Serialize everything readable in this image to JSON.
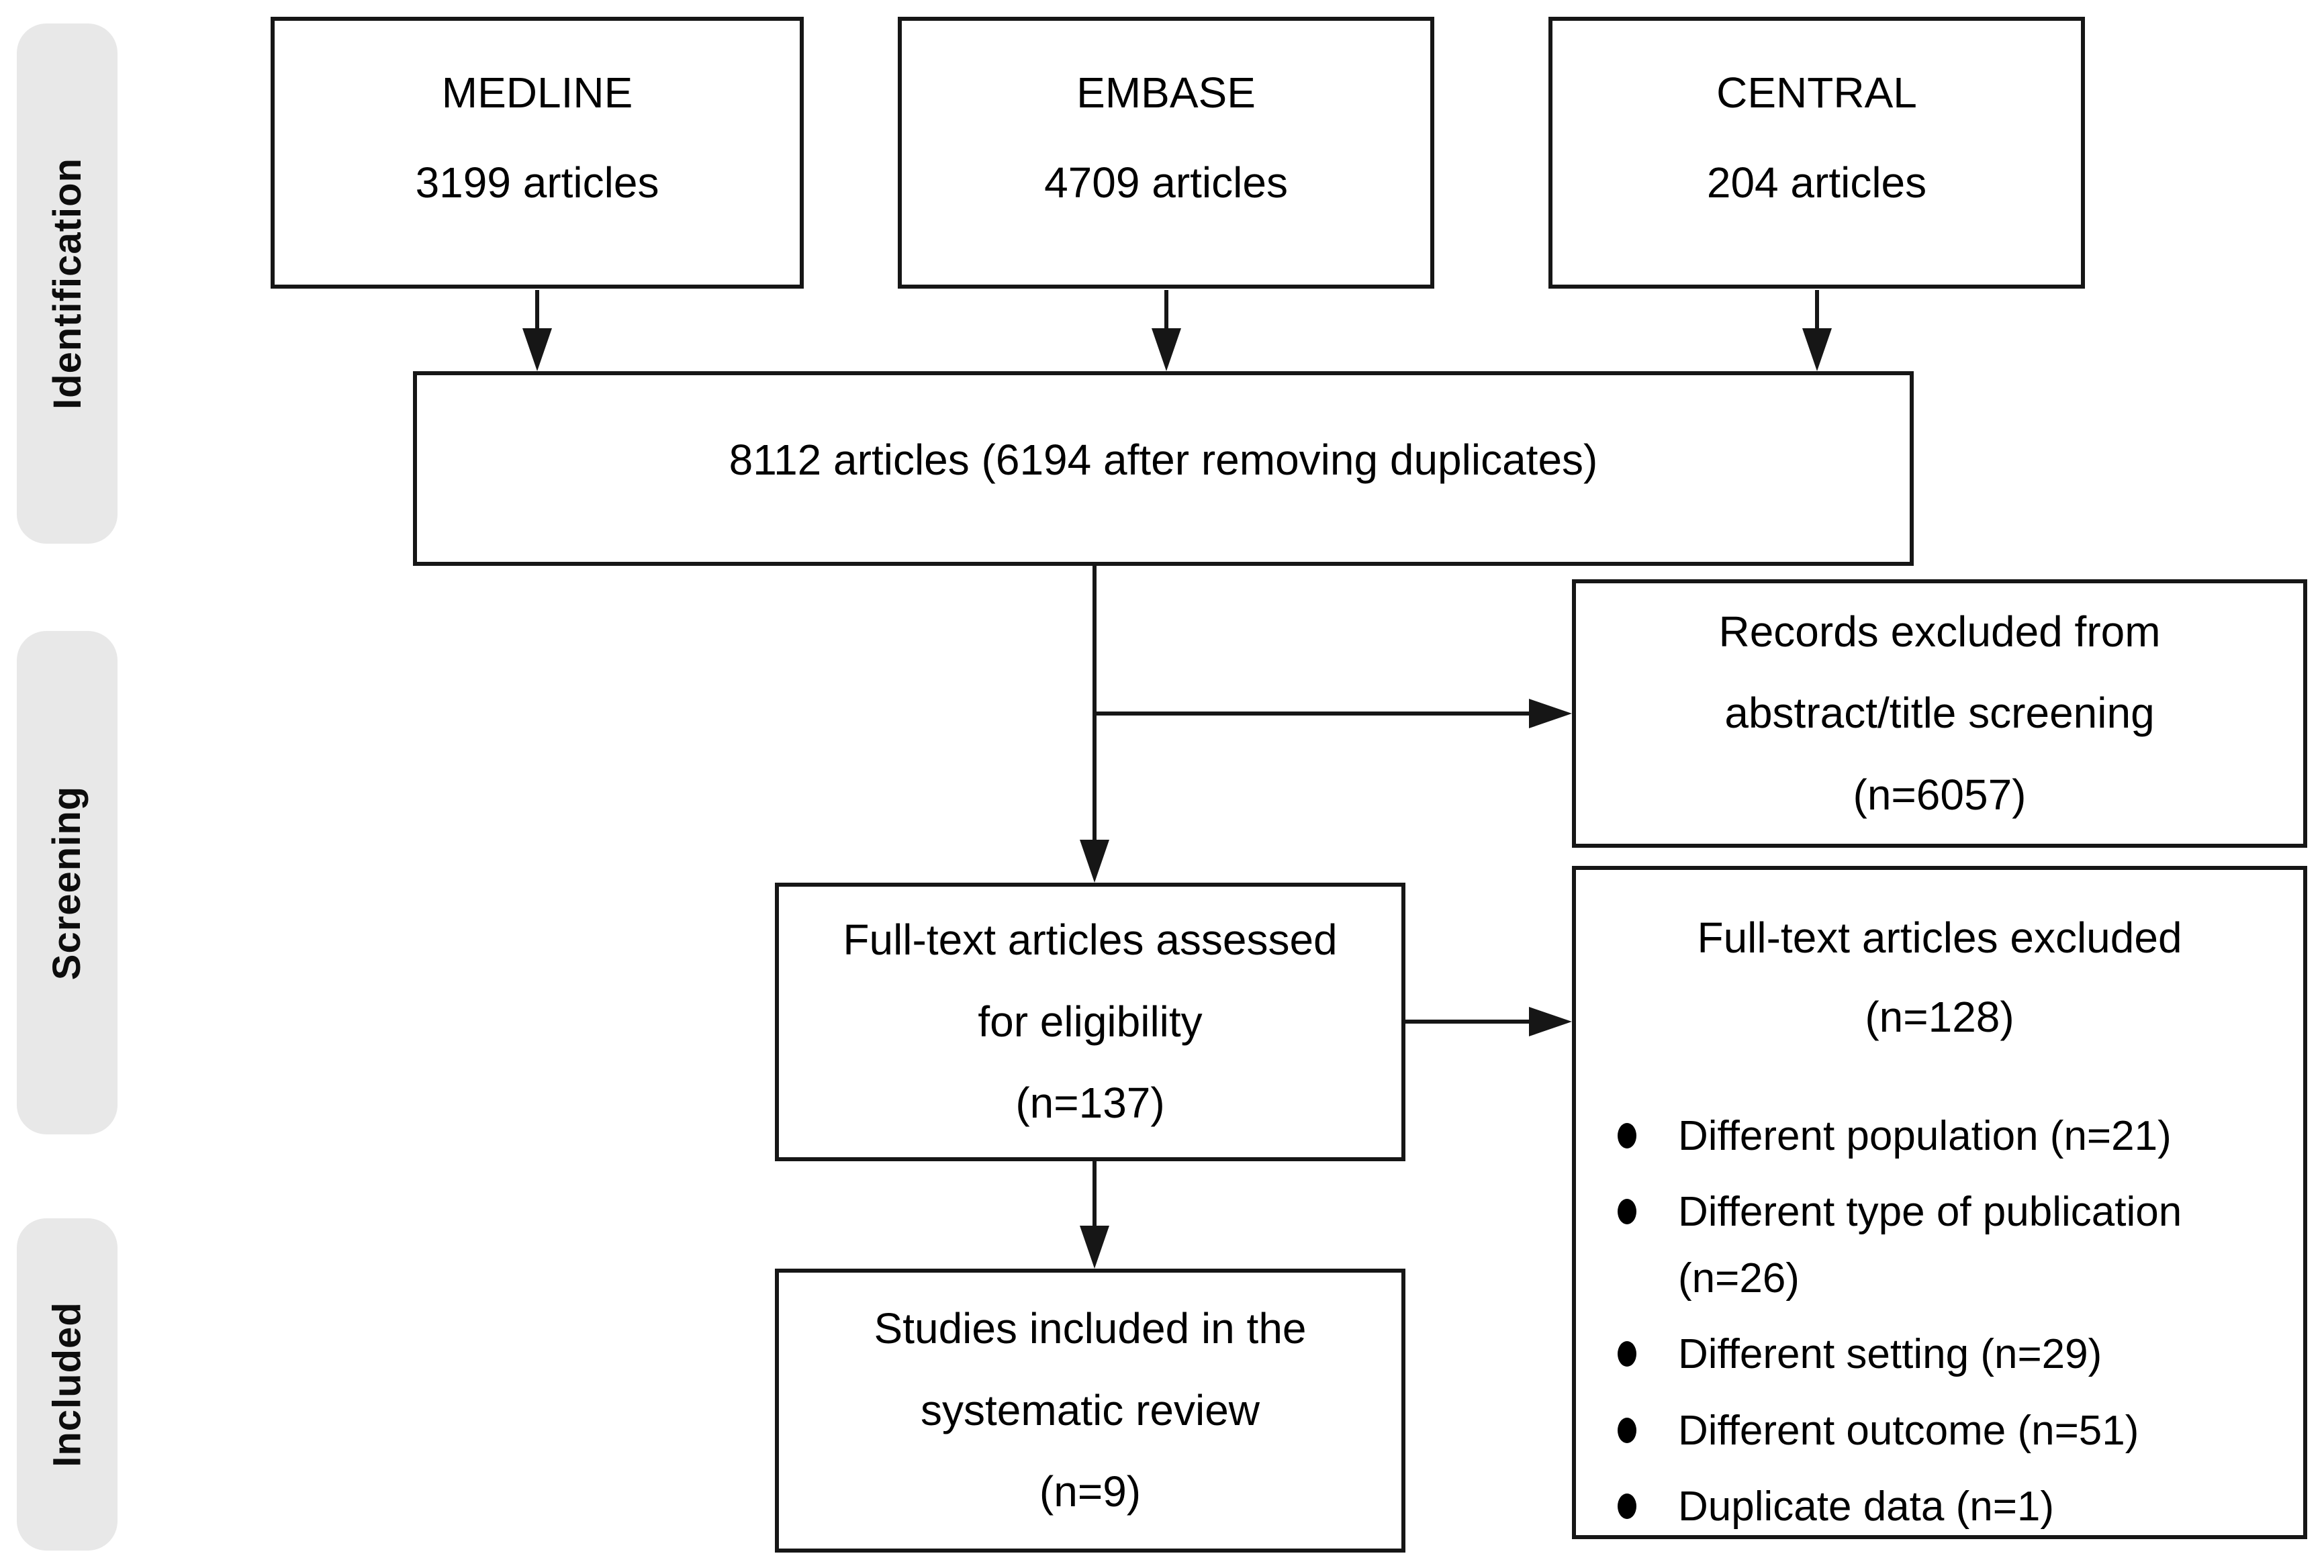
{
  "sidebar": {
    "stages": [
      {
        "label": "Identification"
      },
      {
        "label": "Screening"
      },
      {
        "label": "Included"
      }
    ]
  },
  "boxes": {
    "medline": {
      "lines": [
        "MEDLINE",
        "3199 articles"
      ]
    },
    "embase": {
      "lines": [
        "EMBASE",
        "4709 articles"
      ]
    },
    "central": {
      "lines": [
        "CENTRAL",
        "204 articles"
      ]
    },
    "merged": {
      "lines": [
        "8112 articles (6194 after removing duplicates)"
      ]
    },
    "records_excluded": {
      "lines": [
        "Records excluded from",
        "abstract/title screening",
        "(n=6057)"
      ]
    },
    "fulltext": {
      "lines": [
        "Full-text articles assessed",
        "for eligibility",
        "(n=137)"
      ]
    },
    "excluded": {
      "title_lines": [
        "Full-text articles excluded",
        "(n=128)"
      ],
      "bullets": [
        "Different population (n=21)",
        "Different type of publication (n=26)",
        "Different setting (n=29)",
        "Different outcome (n=51)",
        "Duplicate data (n=1)"
      ]
    },
    "studies": {
      "lines": [
        "Studies included in the",
        "systematic review",
        "(n=9)"
      ]
    }
  },
  "colors": {
    "background": "#ffffff",
    "stage_bg": "#e8e8e8",
    "box_border": "#161616",
    "text": "#000000"
  }
}
